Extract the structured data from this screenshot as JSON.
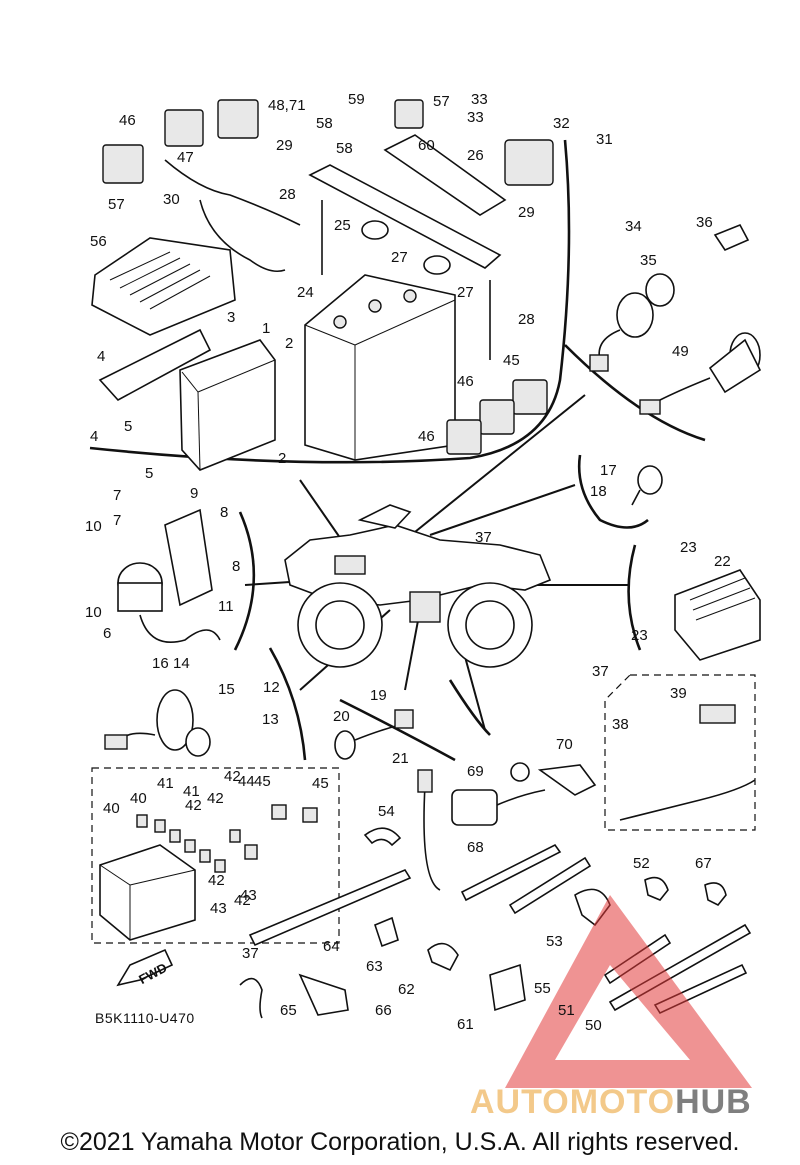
{
  "diagram": {
    "callouts": [
      "1",
      "2",
      "2",
      "3",
      "4",
      "4",
      "5",
      "5",
      "6",
      "7",
      "7",
      "8",
      "8",
      "9",
      "10",
      "10",
      "11",
      "12",
      "13",
      "14",
      "15",
      "16",
      "17",
      "18",
      "19",
      "20",
      "21",
      "22",
      "23",
      "23",
      "24",
      "25",
      "26",
      "27",
      "27",
      "28",
      "28",
      "29",
      "29",
      "30",
      "31",
      "32",
      "33",
      "33",
      "34",
      "35",
      "36",
      "37",
      "37",
      "37",
      "38",
      "39",
      "40",
      "40",
      "41",
      "41",
      "42",
      "42",
      "42",
      "42",
      "42",
      "43",
      "43",
      "44",
      "45",
      "45",
      "45",
      "46",
      "46",
      "46",
      "47",
      "48,71",
      "49",
      "50",
      "51",
      "52",
      "53",
      "54",
      "55",
      "56",
      "57",
      "57",
      "58",
      "58",
      "59",
      "60",
      "61",
      "62",
      "63",
      "64",
      "65",
      "66",
      "67",
      "68",
      "69",
      "70"
    ],
    "fwd_label": "FWD",
    "drawing_code": "B5K1110-U470"
  },
  "watermark": {
    "part1": "AUTOMOTO",
    "part2": "HUB",
    "color_primary": "#e23b3b",
    "color_text1": "#f3c98a",
    "color_text2": "#7f7f7f"
  },
  "footer": {
    "copyright": "©2021 Yamaha Motor Corporation, U.S.A. All rights reserved."
  }
}
